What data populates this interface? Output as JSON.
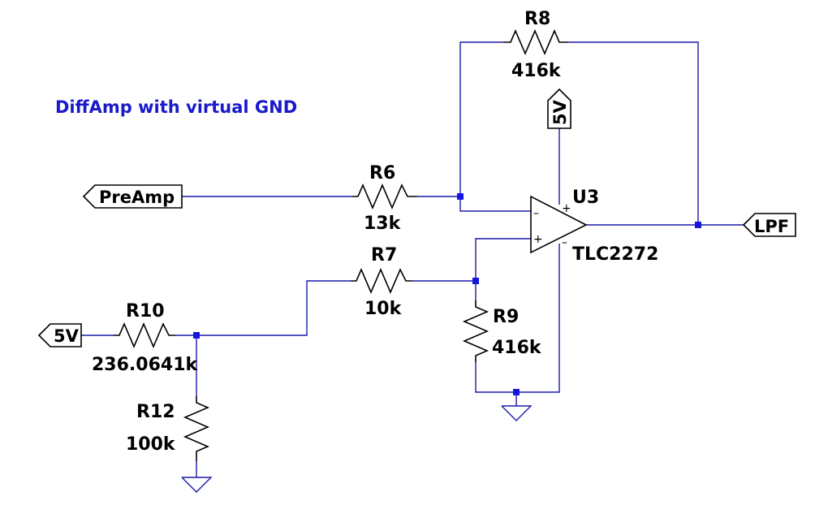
{
  "title": "DiffAmp with virtual GND",
  "colors": {
    "wire": "#1a1aaa",
    "component": "#000000",
    "junction": "#1515e0",
    "title": "#1a1acc"
  },
  "opamp": {
    "ref": "U3",
    "model": "TLC2272",
    "pin_minus": "–",
    "pin_plus": "+",
    "supply_plus": "+",
    "supply_minus": "–"
  },
  "resistors": {
    "r8": {
      "ref": "R8",
      "value": "416k"
    },
    "r6": {
      "ref": "R6",
      "value": "13k"
    },
    "r7": {
      "ref": "R7",
      "value": "10k"
    },
    "r9": {
      "ref": "R9",
      "value": "416k"
    },
    "r10": {
      "ref": "R10",
      "value": "236.0641k"
    },
    "r12": {
      "ref": "R12",
      "value": "100k"
    }
  },
  "nets": {
    "preamp": "PreAmp",
    "lpf": "LPF",
    "supply_top": "5V",
    "supply_left": "5V"
  },
  "symbols": [
    "ground-icon",
    "ground-icon"
  ]
}
